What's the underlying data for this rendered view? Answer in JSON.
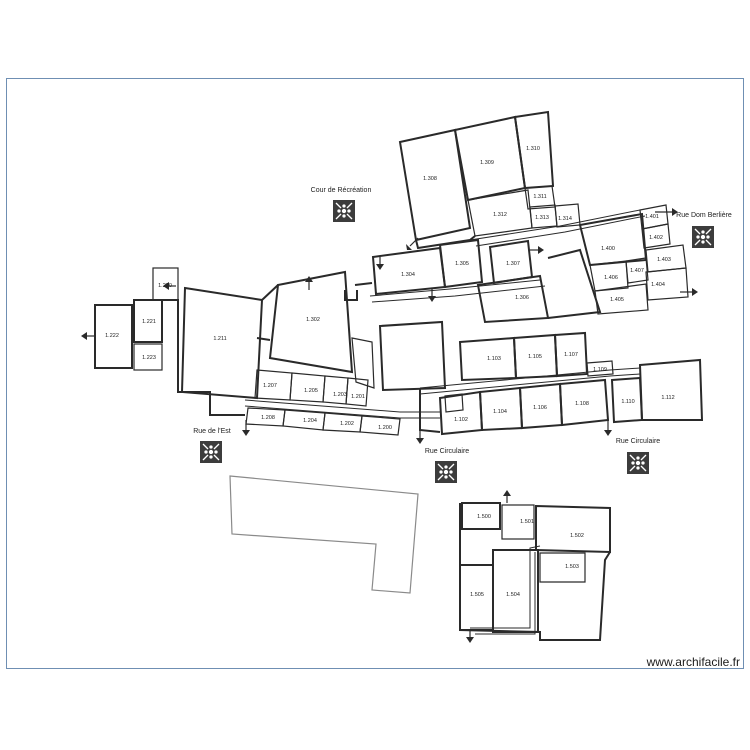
{
  "plan": {
    "rooms": [
      {
        "id": "1.308",
        "label": "1.308"
      },
      {
        "id": "1.309",
        "label": "1.309"
      },
      {
        "id": "1.310",
        "label": "1.310"
      },
      {
        "id": "1.311",
        "label": "1.311"
      },
      {
        "id": "1.312",
        "label": "1.312"
      },
      {
        "id": "1.313",
        "label": "1.313"
      },
      {
        "id": "1.314",
        "label": "1.314"
      },
      {
        "id": "1.304",
        "label": "1.304"
      },
      {
        "id": "1.305",
        "label": "1.305"
      },
      {
        "id": "1.307",
        "label": "1.307"
      },
      {
        "id": "1.306",
        "label": "1.306"
      },
      {
        "id": "1.401",
        "label": "1.401"
      },
      {
        "id": "1.402",
        "label": "1.402"
      },
      {
        "id": "1.400",
        "label": "1.400"
      },
      {
        "id": "1.403",
        "label": "1.403"
      },
      {
        "id": "1.406",
        "label": "1.406"
      },
      {
        "id": "1.407",
        "label": "1.407"
      },
      {
        "id": "1.404",
        "label": "1.404"
      },
      {
        "id": "1.405",
        "label": "1.405"
      },
      {
        "id": "1.220",
        "label": "1.220"
      },
      {
        "id": "1.221",
        "label": "1.221"
      },
      {
        "id": "1.222",
        "label": "1.222"
      },
      {
        "id": "1.223",
        "label": "1.223"
      },
      {
        "id": "1.211",
        "label": "1.211"
      },
      {
        "id": "1.302",
        "label": "1.302"
      },
      {
        "id": "1.207",
        "label": "1.207"
      },
      {
        "id": "1.205",
        "label": "1.205"
      },
      {
        "id": "1.203",
        "label": "1.203"
      },
      {
        "id": "1.201",
        "label": "1.201"
      },
      {
        "id": "1.208",
        "label": "1.208"
      },
      {
        "id": "1.204",
        "label": "1.204"
      },
      {
        "id": "1.202",
        "label": "1.202"
      },
      {
        "id": "1.200",
        "label": "1.200"
      },
      {
        "id": "1.103",
        "label": "1.103"
      },
      {
        "id": "1.105",
        "label": "1.105"
      },
      {
        "id": "1.107",
        "label": "1.107"
      },
      {
        "id": "1.109",
        "label": "1.109"
      },
      {
        "id": "1.102",
        "label": "1.102"
      },
      {
        "id": "1.104",
        "label": "1.104"
      },
      {
        "id": "1.106",
        "label": "1.106"
      },
      {
        "id": "1.108",
        "label": "1.108"
      },
      {
        "id": "1.110",
        "label": "1.110"
      },
      {
        "id": "1.112",
        "label": "1.112"
      },
      {
        "id": "1.500",
        "label": "1.500"
      },
      {
        "id": "1.501",
        "label": "1.501"
      },
      {
        "id": "1.502",
        "label": "1.502"
      },
      {
        "id": "1.503",
        "label": "1.503"
      },
      {
        "id": "1.505",
        "label": "1.505"
      },
      {
        "id": "1.504",
        "label": "1.504"
      }
    ],
    "streets": {
      "cour": "Cour de Récréation",
      "dom_berliere": "Rue Dom Berlière",
      "est": "Rue de l'Est",
      "circulaire_center": "Rue Circulaire",
      "circulaire_right": "Rue Circulaire"
    },
    "assembly_icon": "assembly-point-icon"
  },
  "footer": {
    "watermark": "www.archifacile.fr"
  }
}
